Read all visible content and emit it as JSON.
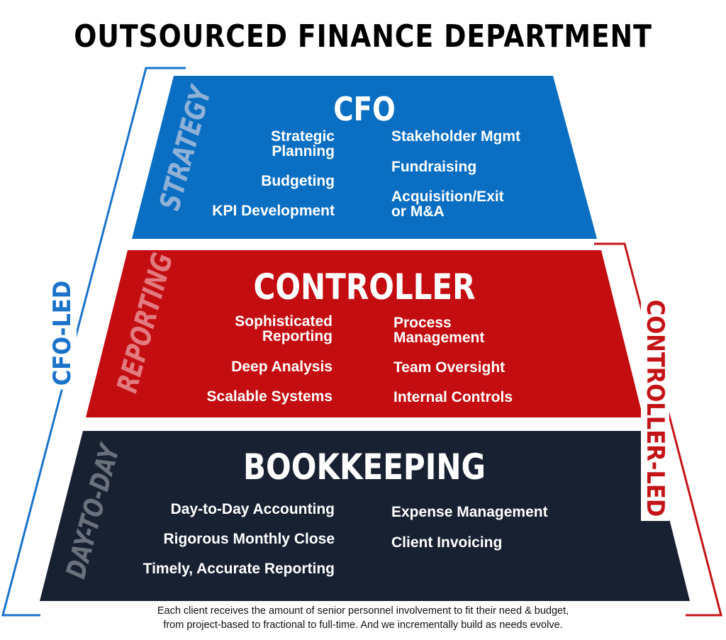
{
  "title": "OUTSOURCED FINANCE DEPARTMENT",
  "colors": {
    "cfo_blue": "#0a6fc2",
    "controller_red": "#c40d10",
    "bookkeeping_navy": "#182132",
    "bracket_blue": "#1a73c9",
    "bracket_red": "#c41317",
    "faded_label_blue": "#8fb1d8",
    "faded_label_red": "#e27a7f",
    "faded_label_navy": "#6a717d"
  },
  "tiers": {
    "cfo": {
      "title": "CFO",
      "side_label": "STRATEGY",
      "left_items": [
        "Strategic\nPlanning",
        "Budgeting",
        "KPI Development"
      ],
      "right_items": [
        "Stakeholder Mgmt",
        "Fundraising",
        "Acquisition/Exit\nor M&A"
      ]
    },
    "controller": {
      "title": "CONTROLLER",
      "side_label": "REPORTING",
      "left_items": [
        "Sophisticated\nReporting",
        "Deep Analysis",
        "Scalable Systems"
      ],
      "right_items": [
        "Process\nManagement",
        "Team Oversight",
        "Internal Controls"
      ]
    },
    "bookkeeping": {
      "title": "BOOKKEEPING",
      "side_label": "DAY-TO-DAY",
      "left_items": [
        "Day-to-Day Accounting",
        "Rigorous Monthly Close",
        "Timely, Accurate Reporting"
      ],
      "right_items": [
        "Expense Management",
        "Client Invoicing"
      ]
    }
  },
  "brackets": {
    "left": "CFO-LED",
    "right": "CONTROLLER-LED"
  },
  "footer": "Each client receives the amount of senior personnel involvement to fit their need & budget,\nfrom project-based to fractional to full-time. And we incrementally build as needs evolve."
}
